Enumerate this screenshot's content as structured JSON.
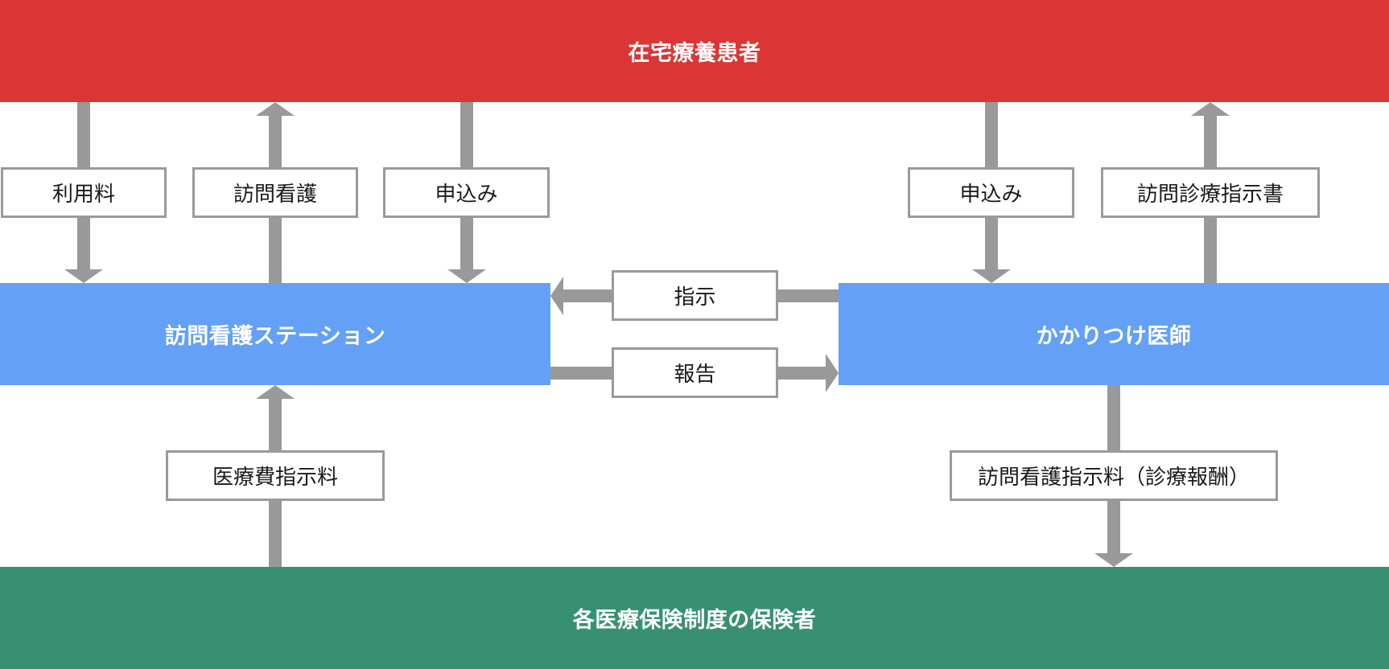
{
  "colors": {
    "patient_band": "#db3535",
    "node": "#64a0f5",
    "insurer_band": "#389073",
    "connector": "#999999",
    "label_border": "#9a9a9a"
  },
  "bands": {
    "patient": "在宅療養患者",
    "insurer": "各医療保険制度の保険者"
  },
  "nodes": {
    "station": "訪問看護ステーション",
    "doctor": "かかりつけ医師"
  },
  "labels": {
    "usage_fee": "利用料",
    "home_nursing": "訪問看護",
    "application_station": "申込み",
    "application_doctor": "申込み",
    "visit_instruction_doc": "訪問診療指示書",
    "instruction": "指示",
    "report": "報告",
    "medical_fee_instruction": "医療費指示料",
    "nursing_instruction_fee": "訪問看護指示料（診療報酬）"
  }
}
